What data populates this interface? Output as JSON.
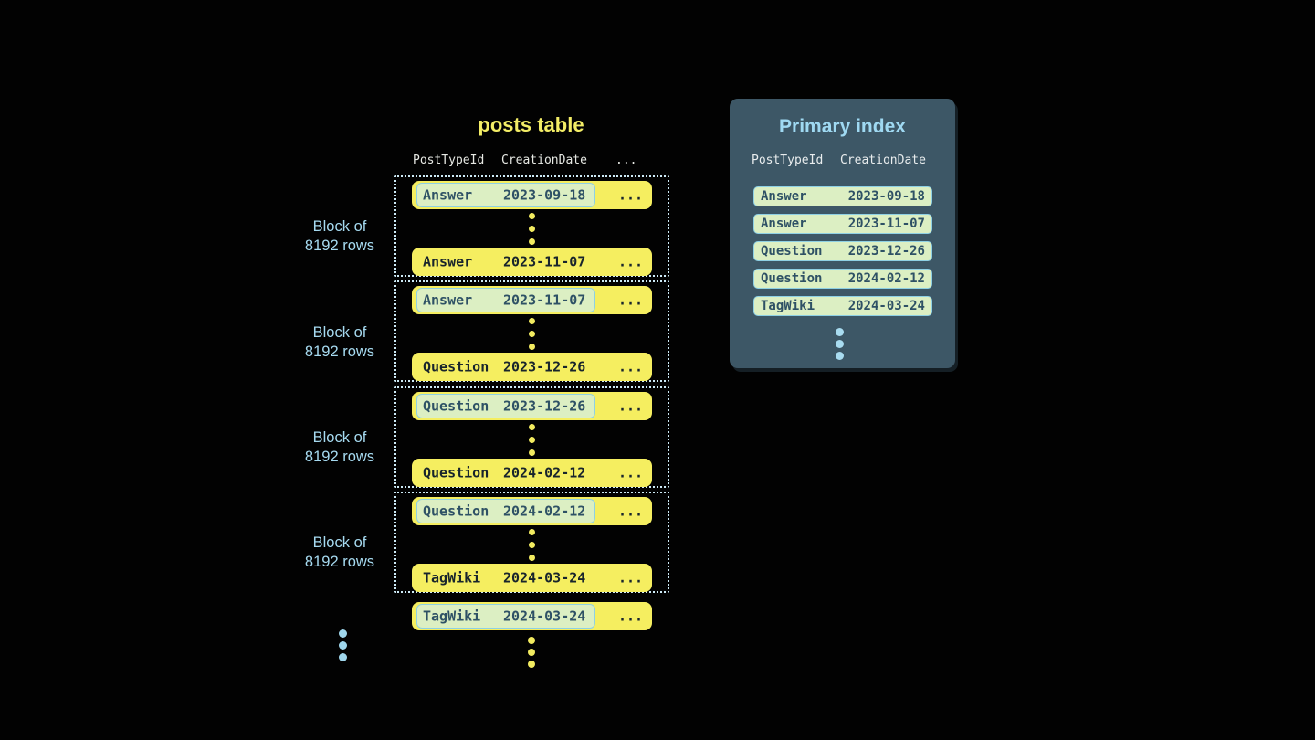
{
  "colors": {
    "background": "#020202",
    "row_yellow": "#f5ee60",
    "row_text_dark": "#18242c",
    "highlight_green_fill": "#dcefc3",
    "highlight_blue_border": "#8ed0e4",
    "highlight_text_slate": "#2e5165",
    "block_dotted_border": "#cdeaf6",
    "label_blue": "#a6daf0",
    "posts_title_yellow": "#f3ed66",
    "panel_background": "#3d5766",
    "panel_title_blue": "#9fd9f2",
    "header_text": "#e7e9e4",
    "dot_yellow": "#f2eb60",
    "dot_blue": "#9fd6ec"
  },
  "posts_table": {
    "title": "posts table",
    "header": {
      "col1": "PostTypeId",
      "col2": "CreationDate",
      "ellipsis": "..."
    },
    "row_ellipsis": "...",
    "blocks": [
      {
        "label": {
          "line1": "Block of",
          "line2": "8192 rows"
        },
        "first_row": {
          "post_type": "Answer",
          "creation_date": "2023-09-18"
        },
        "last_row": {
          "post_type": "Answer",
          "creation_date": "2023-11-07"
        }
      },
      {
        "label": {
          "line1": "Block of",
          "line2": "8192 rows"
        },
        "first_row": {
          "post_type": "Answer",
          "creation_date": "2023-11-07"
        },
        "last_row": {
          "post_type": "Question",
          "creation_date": "2023-12-26"
        }
      },
      {
        "label": {
          "line1": "Block of",
          "line2": "8192 rows"
        },
        "first_row": {
          "post_type": "Question",
          "creation_date": "2023-12-26"
        },
        "last_row": {
          "post_type": "Question",
          "creation_date": "2024-02-12"
        }
      },
      {
        "label": {
          "line1": "Block of",
          "line2": "8192 rows"
        },
        "first_row": {
          "post_type": "Question",
          "creation_date": "2024-02-12"
        },
        "last_row": {
          "post_type": "TagWiki",
          "creation_date": "2024-03-24"
        }
      }
    ],
    "overflow_row": {
      "post_type": "TagWiki",
      "creation_date": "2024-03-24"
    }
  },
  "primary_index": {
    "title": "Primary index",
    "header": {
      "col1": "PostTypeId",
      "col2": "CreationDate"
    },
    "rows": [
      {
        "post_type": "Answer",
        "creation_date": "2023-09-18"
      },
      {
        "post_type": "Answer",
        "creation_date": "2023-11-07"
      },
      {
        "post_type": "Question",
        "creation_date": "2023-12-26"
      },
      {
        "post_type": "Question",
        "creation_date": "2024-02-12"
      },
      {
        "post_type": "TagWiki",
        "creation_date": "2024-03-24"
      }
    ]
  }
}
